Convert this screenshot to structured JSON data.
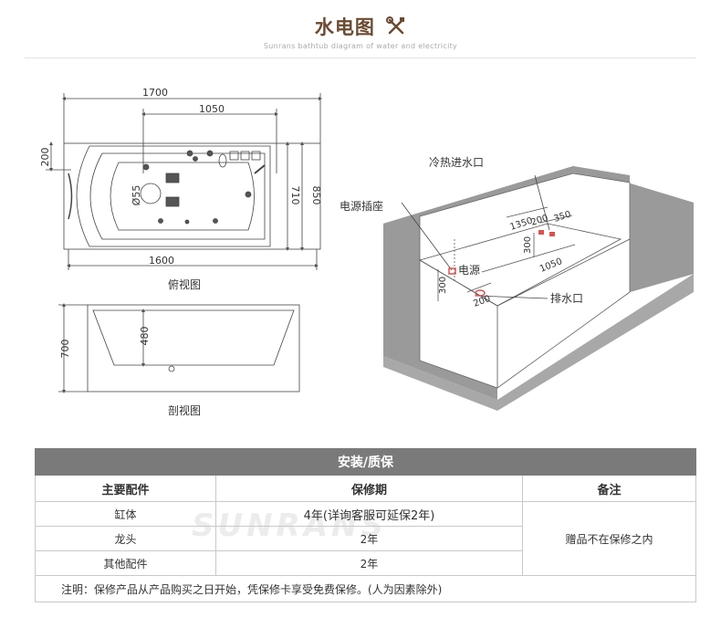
{
  "header": {
    "title": "水电图",
    "subtitle": "Sunrans bathtub diagram of water and electricity",
    "tools_icon": "wrench-screwdriver-icon"
  },
  "top_view": {
    "caption": "俯视图",
    "dim_total_length": "1700",
    "dim_inner_length": "1050",
    "dim_bottom_length": "1600",
    "dim_edge": "200",
    "dim_inner_width": "710",
    "dim_total_width": "850",
    "dim_drain": "Ø55"
  },
  "section_view": {
    "caption": "剖视图",
    "dim_height": "700",
    "dim_depth": "480"
  },
  "iso_view": {
    "label_water_inlet": "冷热进水口",
    "label_socket": "电源插座",
    "label_power": "电源",
    "label_drain": "排水口",
    "dim_1350": "1350",
    "dim_200_a": "200",
    "dim_350": "350",
    "dim_300_a": "300",
    "dim_300_b": "300",
    "dim_1050": "1050",
    "dim_200_b": "200"
  },
  "watermark": "SUNRANS",
  "warranty": {
    "heading": "安装/质保",
    "col_parts": "主要配件",
    "col_period": "保修期",
    "col_remark": "备注",
    "rows": [
      {
        "part": "缸体",
        "period": "4年(详询客服可延保2年)"
      },
      {
        "part": "龙头",
        "period": "2年"
      },
      {
        "part": "其他配件",
        "period": "2年"
      }
    ],
    "remark": "赠品不在保修之内",
    "note": "注明：保修产品从产品购买之日开始，凭保修卡享受免费保修。(人为因素除外)"
  },
  "colors": {
    "title": "#6b4a32",
    "table_header": "#7a7a7a",
    "wall": "#9a9a9a",
    "line": "#444444",
    "marker": "#d9534f"
  }
}
